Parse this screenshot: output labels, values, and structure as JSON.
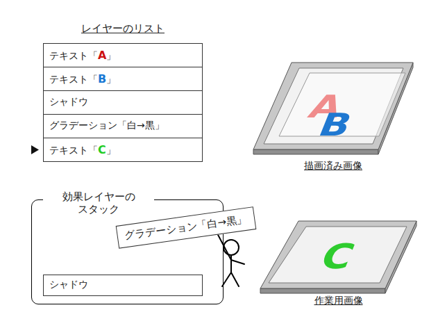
{
  "diagram": {
    "nodes": [
      {
        "text": [
          "レイヤーのリスト"
        ]
      },
      {
        "text": [
          "テキスト「A」"
        ],
        "in": 0
      },
      {
        "text": [
          "テキスト「B」"
        ],
        "in": 0
      },
      {
        "text": [
          "シャドウ"
        ],
        "in": 0
      },
      {
        "text": [
          "グラデーション「白→黒」"
        ],
        "in": 0
      },
      {
        "text": [
          "テキスト「C」"
        ],
        "in": 0
      },
      {
        "text": [
          "A",
          "B",
          "描画済み画像"
        ]
      },
      {
        "text": [
          "効果レイヤーの スタック"
        ]
      },
      {
        "text": [
          "シャドウ"
        ],
        "in": 7
      },
      {
        "text": [
          "グラデーション「白→黒」"
        ]
      },
      {
        "text": [
          "C",
          "作業用画像"
        ]
      }
    ]
  }
}
